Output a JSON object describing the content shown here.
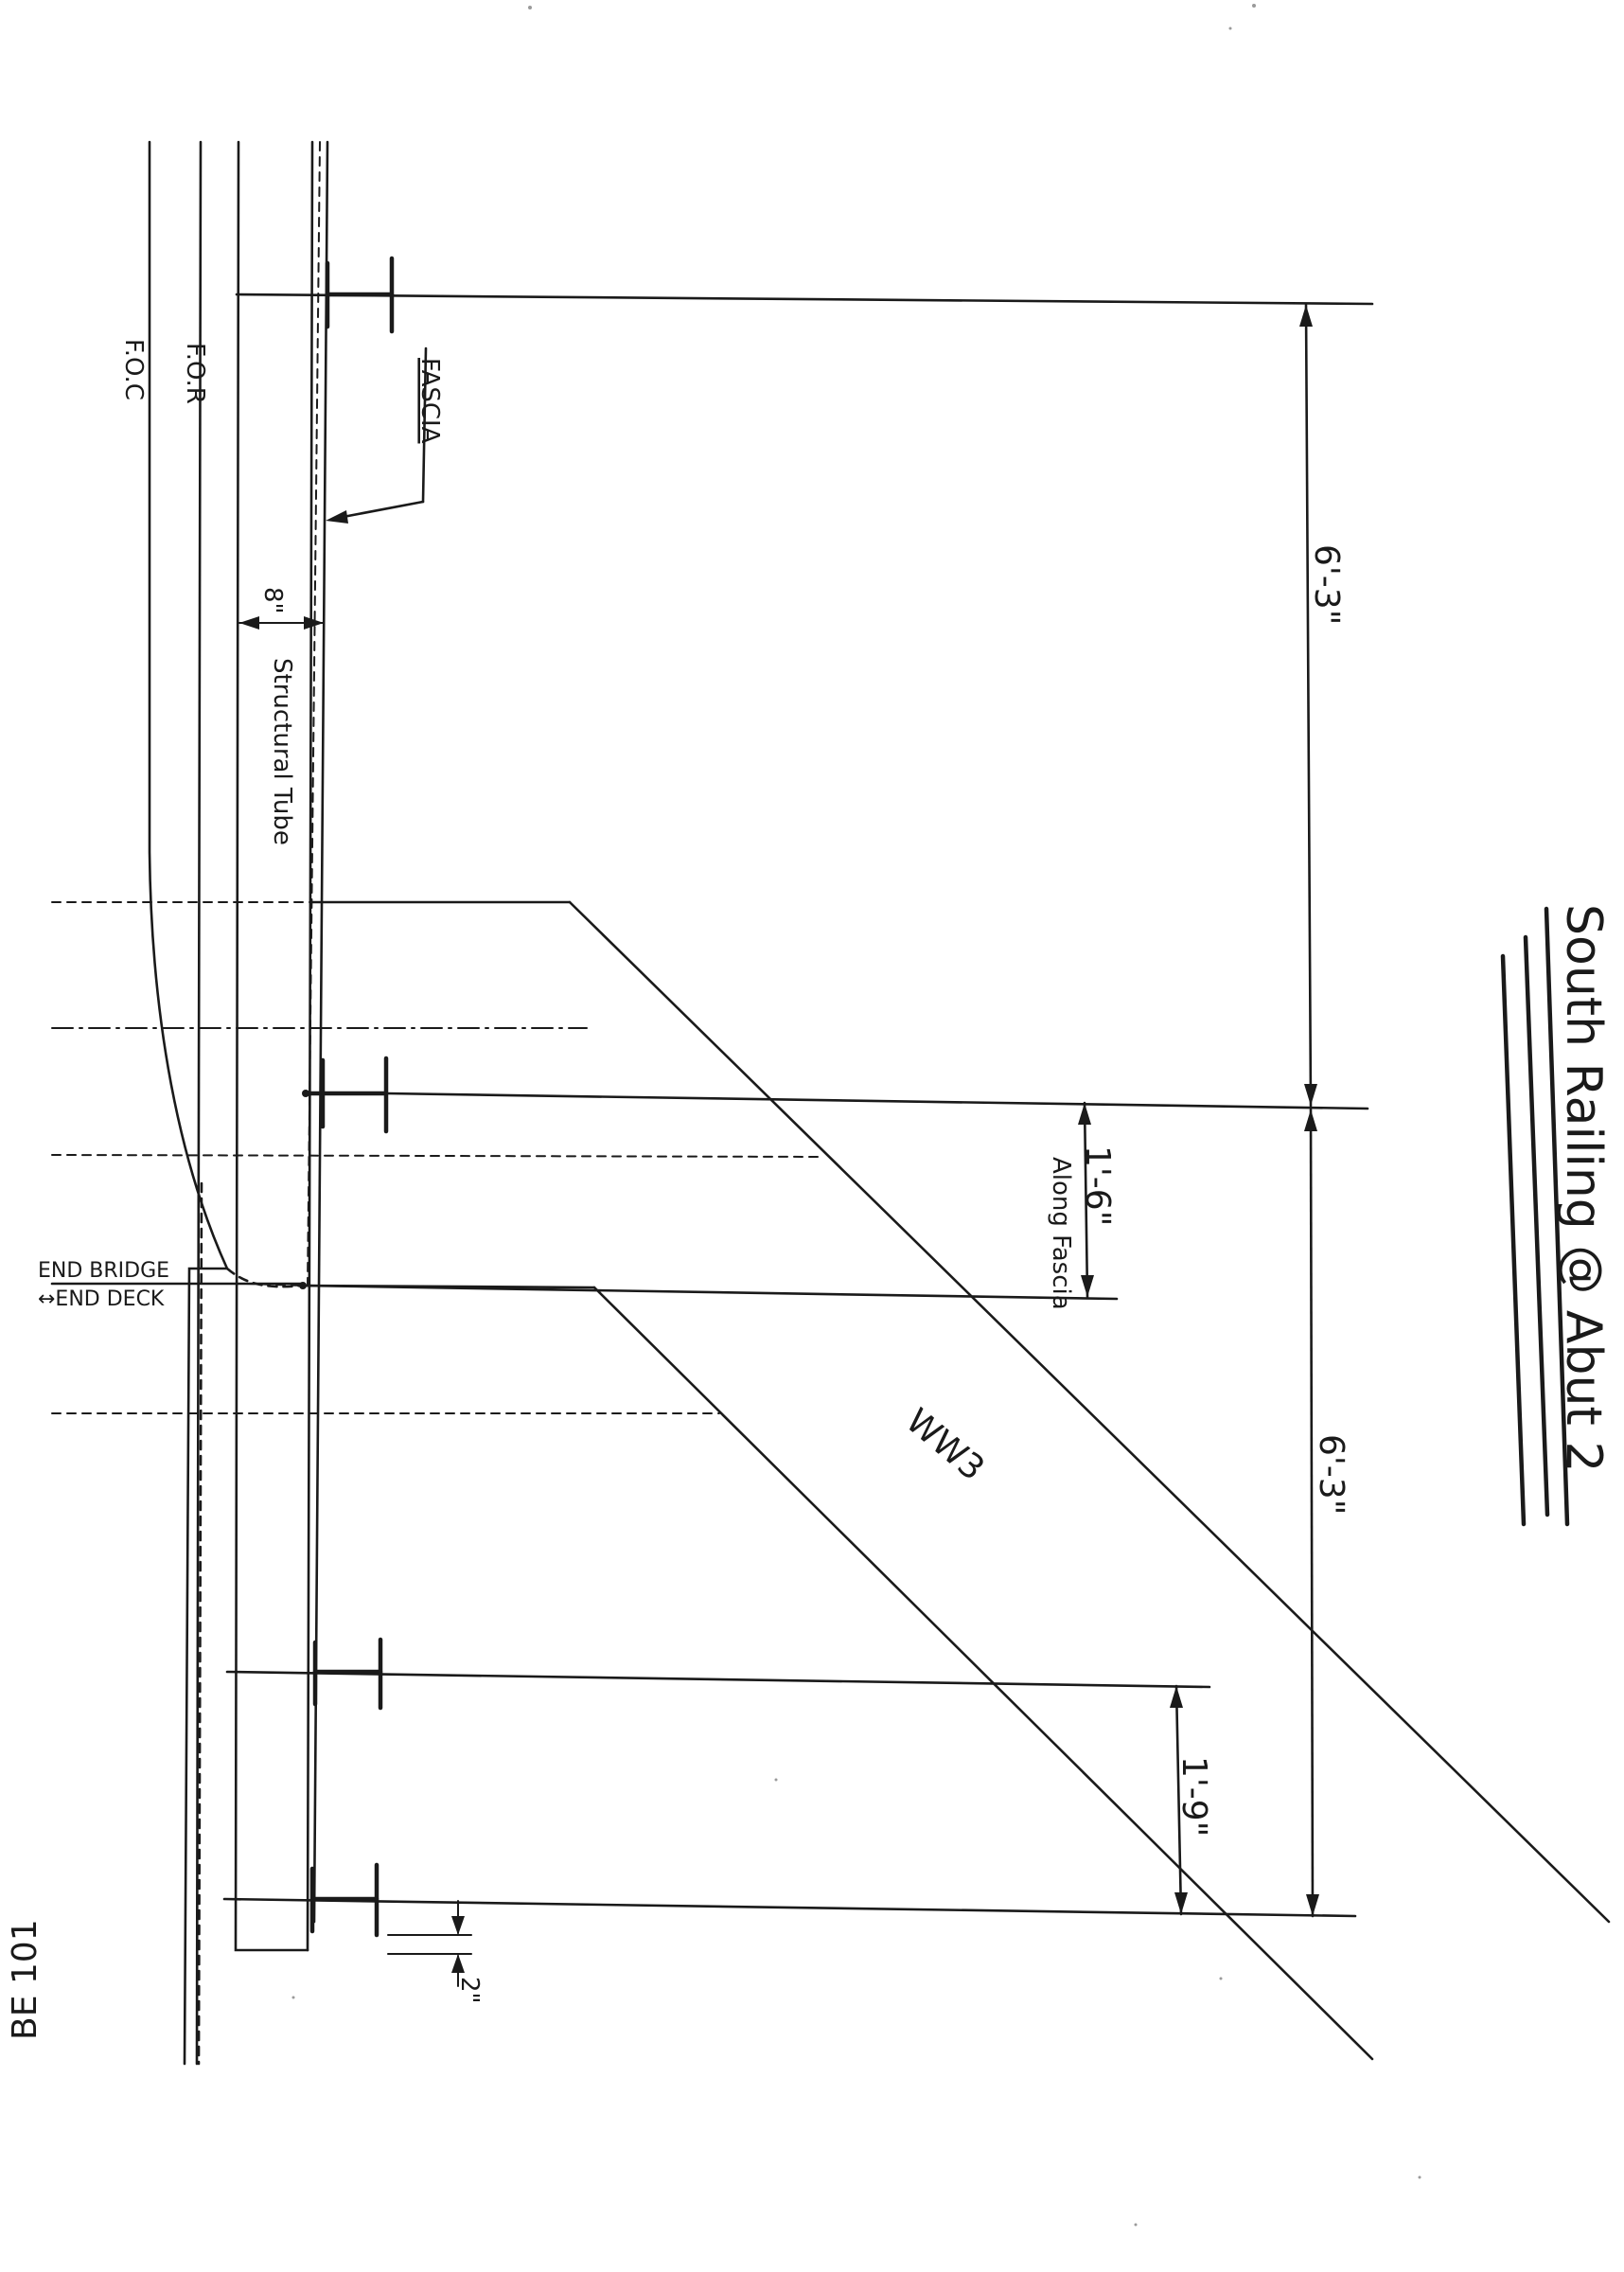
{
  "title": "South Railing @ Abut 2",
  "labels": {
    "foc": "F.O.C",
    "for": "F.O.R",
    "fascia": "FASCIA",
    "structural_tube": "Structural Tube",
    "end_bridge": "END BRIDGE",
    "end_deck": "↔END DECK",
    "ww3": "WW3",
    "along_fascia": "Along Fascia",
    "sheet_ref": "BE 101"
  },
  "dimensions": {
    "fascia_offset": "8\"",
    "post_spacing_upper": "6'-3\"",
    "post_spacing_lower": "6'-3\"",
    "along_fascia_length": "1'-6\"",
    "end_post_spacing": "1'-9\"",
    "end_offset": "2\""
  }
}
